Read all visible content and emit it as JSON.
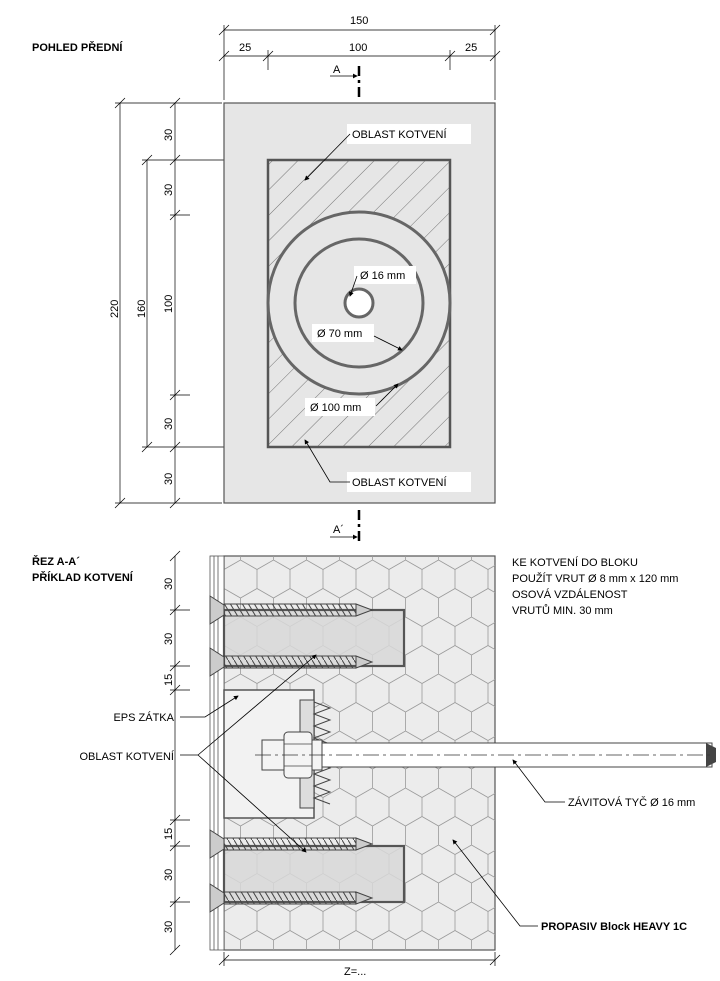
{
  "front_view": {
    "title": "POHLED PŘEDNÍ",
    "dim_top_total": "150",
    "dim_top_parts": [
      "25",
      "100",
      "25"
    ],
    "dim_left_total": "220",
    "dim_left_mid": "160",
    "dim_left_inner": [
      "30",
      "30",
      "100",
      "30",
      "30"
    ],
    "section_mark_top": "A",
    "section_mark_bottom": "A´",
    "label_anchor_area_top": "OBLAST KOTVENÍ",
    "label_anchor_area_bottom": "OBLAST KOTVENÍ",
    "hole_label": "Ø 16 mm",
    "inner_circle_label": "Ø 70 mm",
    "outer_circle_label": "Ø 100 mm"
  },
  "section_view": {
    "title_line1": "ŘEZ A-A´",
    "title_line2": "PŘÍKLAD KOTVENÍ",
    "note_lines": [
      "KE KOTVENÍ DO BLOKU",
      "POUŽÍT VRUT Ø 8 mm x 120 mm",
      "OSOVÁ VZDÁLENOST",
      "VRUTŮ MIN. 30 mm"
    ],
    "label_eps_plug": "EPS ZÁTKA",
    "label_anchor_area": "OBLAST KOTVENÍ",
    "label_threaded_rod": "ZÁVITOVÁ TYČ Ø 16 mm",
    "label_block": "PROPASIV Block HEAVY 1C",
    "dim_left_parts": [
      "30",
      "30",
      "15",
      "15",
      "30",
      "30"
    ],
    "dim_bottom": "Z=..."
  }
}
